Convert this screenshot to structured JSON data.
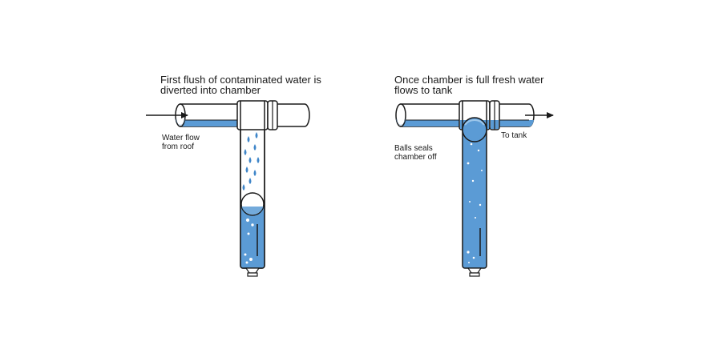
{
  "colors": {
    "water": "#5b9bd5",
    "water_light": "#9cc6ea",
    "outline": "#1a1a1a",
    "pipe": "#ffffff",
    "drop": "#3f86c9"
  },
  "left_panel": {
    "caption_line1": "First flush of contaminated water is",
    "caption_line2": "diverted into chamber",
    "label_flow_line1": "Water flow",
    "label_flow_line2": "from roof"
  },
  "right_panel": {
    "caption_line1": "Once chamber is full fresh water",
    "caption_line2": "flows to tank",
    "label_tank": "To tank",
    "label_ball_line1": "Balls seals",
    "label_ball_line2": "chamber off"
  },
  "icons": {
    "left_inflow_arrow": "arrow-right-icon",
    "right_outflow_arrow": "arrow-right-icon",
    "water_drops": "water-drop-icon",
    "sealing_ball": "ball-icon"
  }
}
